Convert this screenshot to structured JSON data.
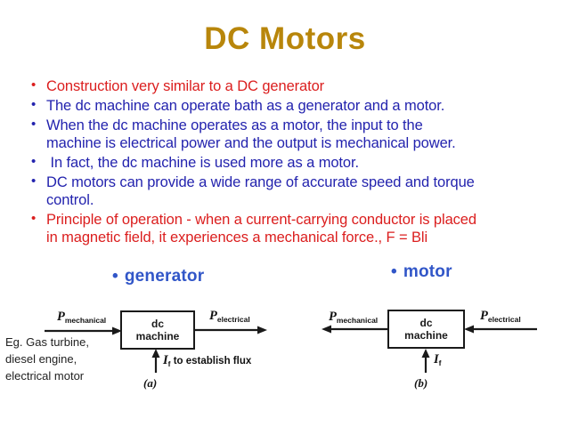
{
  "slide": {
    "title": "DC Motors"
  },
  "colors": {
    "title": "#B8860B",
    "red": "#DB1E1E",
    "blue": "#2323AE",
    "heading_blue": "#3156C8",
    "diagram_ink": "#1a1a1a"
  },
  "bullets": [
    {
      "color": "#DB1E1E",
      "lines": [
        "Construction very similar to a DC generator"
      ]
    },
    {
      "color": "#2323AE",
      "lines": [
        "The dc machine can operate bath as a generator and a motor."
      ]
    },
    {
      "color": "#2323AE",
      "lines": [
        "When the dc machine operates as a motor, the input to the",
        "machine is electrical power and the output is mechanical power."
      ]
    },
    {
      "color": "#2323AE",
      "lines": [
        " In fact, the dc machine is used more as a motor."
      ]
    },
    {
      "color": "#2323AE",
      "lines": [
        "DC motors can provide a wide range of accurate speed and torque",
        "control."
      ]
    },
    {
      "color": "#DB1E1E",
      "lines": [
        "Principle of operation - when a current-carrying conductor is placed",
        "in magnetic field, it experiences a mechanical force., F = Bli"
      ]
    }
  ],
  "diagram_headings": {
    "generator": {
      "marker": "•",
      "label": "generator"
    },
    "motor": {
      "marker": "•",
      "label": "motor"
    }
  },
  "generator_diagram": {
    "input_label": {
      "symbol": "P",
      "sub": "mechanical"
    },
    "box": {
      "line1": "dc",
      "line2": "machine"
    },
    "output_label": {
      "symbol": "P",
      "sub": "electrical"
    },
    "field_label": {
      "symbol": "I",
      "sub": "f",
      "rest": " to establish flux"
    },
    "caption": "(a)"
  },
  "motor_diagram": {
    "output_label": {
      "symbol": "P",
      "sub": "mechanical"
    },
    "box": {
      "line1": "dc",
      "line2": "machine"
    },
    "input_label": {
      "symbol": "P",
      "sub": "electrical"
    },
    "field_label": {
      "symbol": "I",
      "sub": "f"
    },
    "caption": "(b)"
  },
  "side_note": {
    "lines": [
      "Eg. Gas turbine,",
      "diesel engine,",
      "electrical motor"
    ]
  }
}
